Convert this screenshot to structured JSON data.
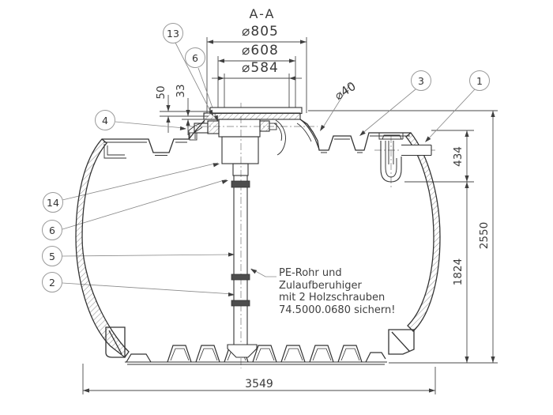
{
  "title": "A-A",
  "dims": {
    "d805": "⌀805",
    "d608": "⌀608",
    "d584": "⌀584",
    "d40": "⌀40",
    "d50": "50",
    "d33": "33",
    "d434": "434",
    "d1824": "1824",
    "d2550": "2550",
    "d3549": "3549"
  },
  "balloons": [
    {
      "number": "13"
    },
    {
      "number": "6"
    },
    {
      "number": "4"
    },
    {
      "number": "14"
    },
    {
      "number": "6"
    },
    {
      "number": "5"
    },
    {
      "number": "2"
    },
    {
      "number": "3"
    },
    {
      "number": "1"
    }
  ],
  "annotation": {
    "line1": "PE-Rohr und",
    "line2": "Zulaufberuhiger",
    "line3": "mit 2 Holzschrauben",
    "line4": "74.5000.0680 sichern!"
  },
  "colors": {
    "outline": "#333333",
    "dimension": "#3f3f3f",
    "leader": "#8a8a8a",
    "balloon_stroke": "#9a9a9a",
    "text": "#3a3a3a"
  }
}
